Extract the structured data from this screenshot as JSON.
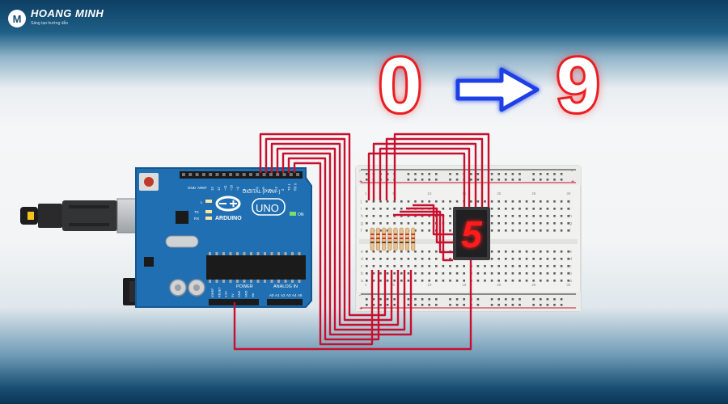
{
  "logo": {
    "brand": "HOANG MINH",
    "tagline": "Sáng tạo hướng dẫn",
    "mark": "M"
  },
  "headline": {
    "from_digit": "0",
    "to_digit": "9"
  },
  "board": {
    "brand": "ARDUINO",
    "model": "UNO",
    "digital_label": "DIGITAL (PWM~)",
    "power_label": "POWER",
    "analog_label": "ANALOG IN",
    "led_l": "L",
    "led_tx": "TX",
    "led_rx": "RX",
    "on_label": "ON",
    "aref": "AREF",
    "gnd": "GND",
    "pin_labels": [
      "13",
      "12",
      "~11",
      "~10",
      "~9",
      "8",
      "7",
      "~6",
      "~5",
      "4",
      "~3",
      "2",
      "TX 1",
      "RX 0"
    ],
    "analog_pins": [
      "A0",
      "A1",
      "A2",
      "A3",
      "A4",
      "A5"
    ],
    "power_pins": [
      "IOREF",
      "RESET",
      "3.3V",
      "5V",
      "GND",
      "GND",
      "Vin"
    ]
  },
  "display": {
    "digit": "5"
  },
  "breadboard": {
    "rail_plus": "+",
    "rail_minus": "-",
    "row_letters_top": [
      "j",
      "i",
      "h",
      "g",
      "f"
    ],
    "row_letters_bottom": [
      "e",
      "d",
      "c",
      "b",
      "a"
    ],
    "column_numbers": [
      "1",
      "5",
      "10",
      "15",
      "20",
      "25",
      "30"
    ]
  },
  "colors": {
    "wire": "#c8102e",
    "board": "#1f6fb2",
    "digit_glow": "#e11b22",
    "arrow": "#1e40e6"
  }
}
